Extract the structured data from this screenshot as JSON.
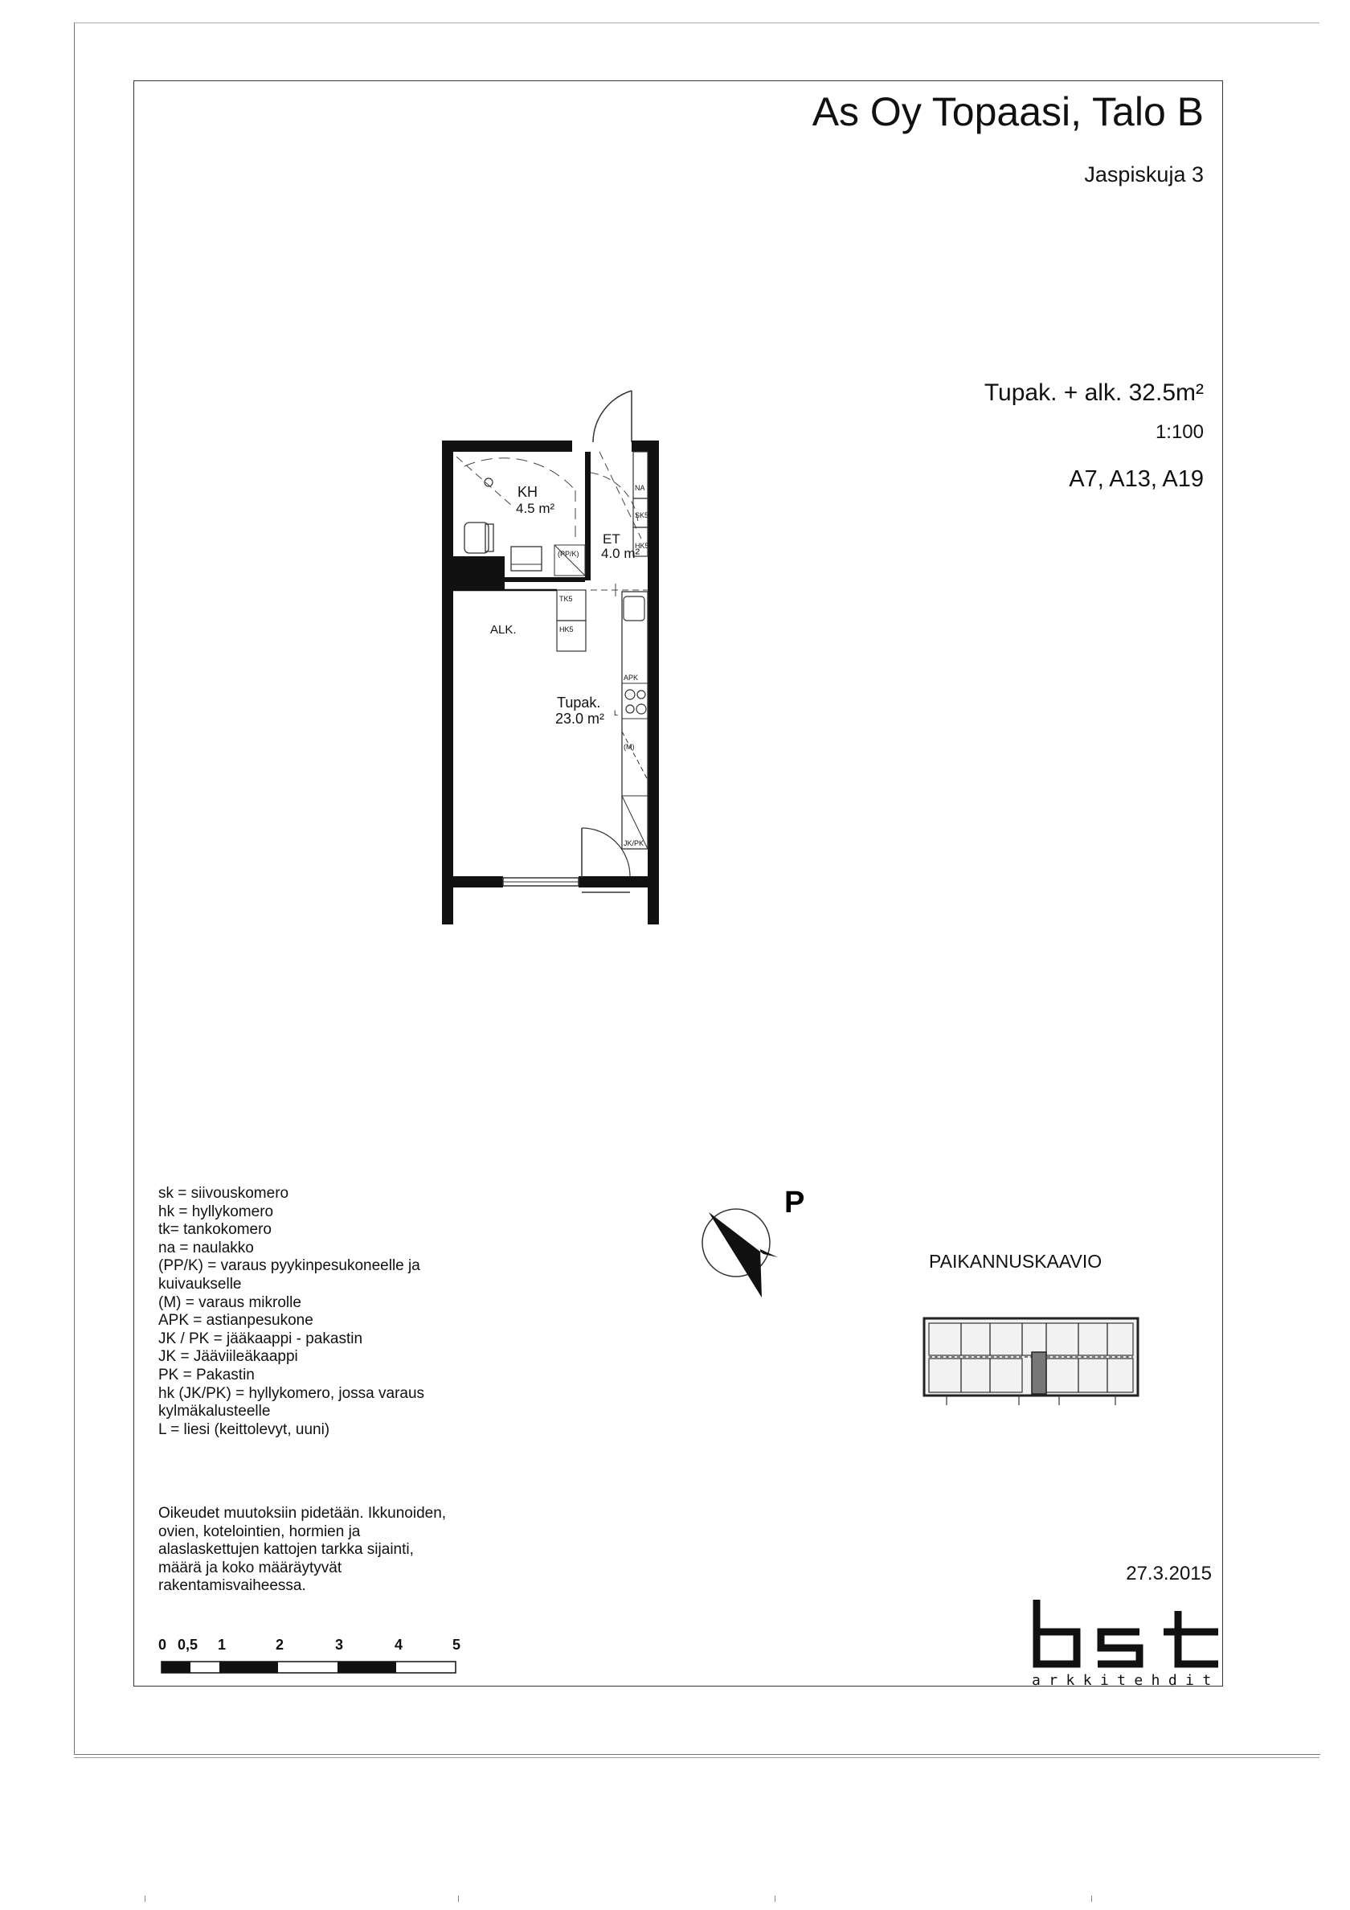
{
  "header": {
    "title": "As Oy Topaasi, Talo B",
    "address": "Jaspiskuja 3"
  },
  "summary": {
    "area": "Tupak. + alk. 32.5m²",
    "scale": "1:100",
    "apartments": "A7, A13, A19"
  },
  "rooms": {
    "kh": {
      "name": "KH",
      "area": "4.5 m²"
    },
    "et": {
      "name": "ET",
      "area": "4.0 m²"
    },
    "tupak": {
      "name": "Tupak.",
      "area": "23.0 m²"
    },
    "alk": {
      "name": "ALK."
    }
  },
  "fixtures": {
    "na": "NA",
    "sk": "SK5",
    "hk": "HK5",
    "tk": "TK5",
    "hk2": "HK5",
    "ppk": "(PP/K)",
    "apk": "APK",
    "m": "(M)",
    "l": "L",
    "jkpk": "JK/PK"
  },
  "legend": [
    "sk = siivouskomero",
    "hk = hyllykomero",
    "tk= tankokomero",
    "na = naulakko",
    "(PP/K) = varaus pyykinpesukoneelle ja",
    "kuivaukselle",
    "(M) = varaus mikrolle",
    "APK = astianpesukone",
    "JK / PK = jääkaappi - pakastin",
    "JK = Jääviileäkaappi",
    "PK = Pakastin",
    "hk (JK/PK) = hyllykomero, jossa varaus",
    "kylmäkalusteelle",
    "L = liesi (keittolevyt, uuni)"
  ],
  "compass": {
    "label": "P"
  },
  "site_plan": {
    "label": "PAIKANNUSKAAVIO"
  },
  "disclaimer": [
    "Oikeudet muutoksiin pidetään. Ikkunoiden,",
    "ovien, kotelointien, hormien ja",
    "alaslaskettujen kattojen tarkka sijainti,",
    "määrä ja koko määräytyvät",
    "rakentamisvaiheessa."
  ],
  "date": "27.3.2015",
  "scalebar": {
    "labels": [
      "0",
      "0,5",
      "1",
      "2",
      "3",
      "4",
      "5"
    ]
  },
  "logo": {
    "text": "bst",
    "subtitle": "arkkitehdit"
  }
}
